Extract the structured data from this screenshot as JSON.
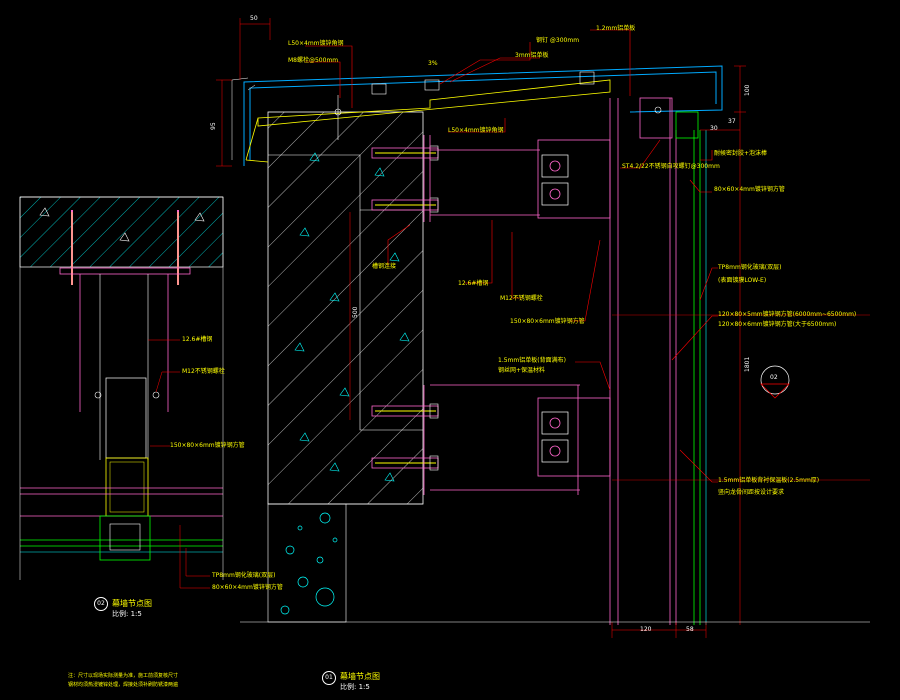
{
  "colors": {
    "background": "#000000",
    "concrete": "#00ffff",
    "steel": "#ff66cc",
    "stone": "#00aaff",
    "insulation": "#ffff00",
    "leader": "#ff0000",
    "text": "#ffff00",
    "dimension": "#ffffff"
  },
  "detail_main": {
    "circle": "01",
    "title": "幕墙节点图",
    "scale": "比例: 1:5"
  },
  "detail_side": {
    "circle": "02",
    "title": "幕墙节点图",
    "scale": "比例: 1:5"
  },
  "section_mark": "02",
  "slope": "3%",
  "dimensions": {
    "top_50": "50",
    "left_vertical": "95",
    "right_100": "100",
    "right_30": "30",
    "bottom_120": "120",
    "bottom_58": "58",
    "middle_500": "500",
    "right_1801": "1801",
    "right_short": "37"
  },
  "labels": {
    "l50_angle": "L50×4mm镀锌角钢",
    "m8_bolt": "M8螺栓@500mm",
    "steel_nail": "钢钉 @300mm",
    "sheet_3mm": "3mm铝单板",
    "sheet_12mm": "1.2mm铝单板",
    "l50_angle_b": "L50×4mm镀锌角钢",
    "st_screw": "ST4.2/22不锈钢自攻螺钉@300mm",
    "seal": "耐候密封胶+泡沫棒",
    "tube_80": "80×60×4mm镀锌钢方管",
    "channel_a": "槽钢连接",
    "channel_12": "12.6#槽钢",
    "m12_bolt": "M12不锈钢螺栓",
    "tube_150": "150×80×6mm镀锌钢方管",
    "glass_tp": "TP8mm钢化玻璃(双层)",
    "glass_tp2": "(表面镀膜LOW-E)",
    "tube_120a": "120×80×5mm镀锌钢方管(6000mm~6500mm)",
    "tube_120b": "120×80×6mm镀锌钢方管(大于6500mm)",
    "sheet_15": "1.5mm铝单板(背面满布)",
    "sheet_15b": "钢丝网+保温材料",
    "sheet_15c": "1.5mm铝单板背衬保温板(2.5mm厚)",
    "sheet_15d": "竖向龙骨间距按设计要求",
    "side_channel": "12.6#槽钢",
    "side_bolt": "M12不锈钢螺栓",
    "side_tube": "150×80×6mm镀锌钢方管",
    "side_glass": "TP8mm钢化玻璃(双层)",
    "side_tube2": "80×60×4mm镀锌钢方管",
    "note_1": "注：尺寸以现场实际测量为准，施工前须复核尺寸",
    "note_2": "钢材均须热浸镀锌处理，焊接处须补刷防锈漆两遍"
  }
}
